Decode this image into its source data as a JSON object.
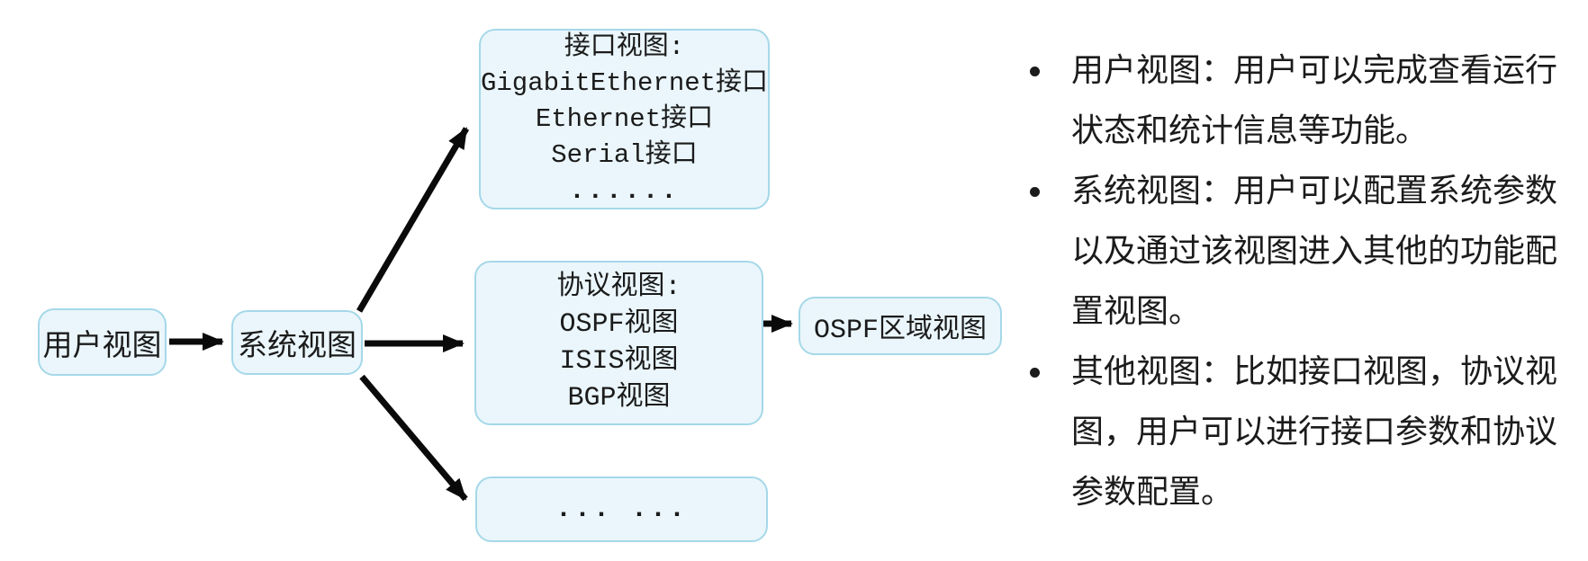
{
  "flowchart": {
    "nodes": {
      "user_view": {
        "label": "用户视图"
      },
      "system_view": {
        "label": "系统视图"
      },
      "interface_view": {
        "lines": [
          "接口视图:",
          "GigabitEthernet接口",
          "Ethernet接口",
          "Serial接口",
          "......"
        ]
      },
      "protocol_view": {
        "lines": [
          "协议视图:",
          "OSPF视图",
          "ISIS视图",
          "BGP视图"
        ]
      },
      "other_view": {
        "label": "... ..."
      },
      "ospf_area_view": {
        "label": "OSPF区域视图"
      }
    },
    "colors": {
      "node_fill": "#eaf6fb",
      "node_border": "#a5d8e9",
      "arrow": "#0a0a0a",
      "text": "#1b1b1b",
      "background": "#ffffff"
    }
  },
  "notes": {
    "bullets": [
      {
        "lines": [
          "用户视图：用户可以完成查看运行",
          "状态和统计信息等功能。"
        ]
      },
      {
        "lines": [
          "系统视图：用户可以配置系统参数",
          "以及通过该视图进入其他的功能配",
          "置视图。"
        ]
      },
      {
        "lines": [
          "其他视图：比如接口视图，协议视",
          "图，用户可以进行接口参数和协议",
          "参数配置。"
        ]
      }
    ]
  }
}
